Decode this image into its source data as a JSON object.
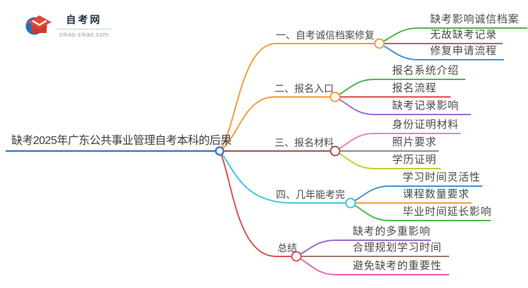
{
  "logo": {
    "title": "自考网",
    "domain": "zikao-zikao.com",
    "colors": {
      "cap_red": "#e2483c",
      "cap_dark_red": "#cf3a2e",
      "crescent_blue": "#2470b3",
      "title": "#1c2f45",
      "domain_text": "#97a0a8"
    }
  },
  "mindmap": {
    "root": {
      "label": "缺考2025年广东公共事业管理自考本科的后果",
      "color": "#3d7ec0"
    },
    "branches": [
      {
        "label": "一、自考诚信档案修复",
        "color": "#f79c3c",
        "children": [
          {
            "label": "缺考影响诚信档案",
            "color": "#4db74d"
          },
          {
            "label": "无故缺考记录",
            "color": "#e05050"
          },
          {
            "label": "修复申请流程",
            "color": "#4a90d2"
          }
        ]
      },
      {
        "label": "二、报名入口",
        "color": "#f79c3c",
        "children": [
          {
            "label": "报名系统介绍",
            "color": "#4db74d"
          },
          {
            "label": "报名流程",
            "color": "#e05050"
          },
          {
            "label": "缺考记录影响",
            "color": "#9a6fcc"
          }
        ]
      },
      {
        "label": "三、报名材料",
        "color": "#a2554d",
        "children": [
          {
            "label": "身份证明材料",
            "color": "#f07ec0"
          },
          {
            "label": "照片要求",
            "color": "#8c8c8c"
          },
          {
            "label": "学历证明",
            "color": "#c8cc35"
          }
        ]
      },
      {
        "label": "四、几年能考完",
        "color": "#3ec8df",
        "children": [
          {
            "label": "学习时间灵活性",
            "color": "#4a90d2"
          },
          {
            "label": "课程数量要求",
            "color": "#f79c3c"
          },
          {
            "label": "毕业时间延长影响",
            "color": "#4db74d"
          }
        ]
      },
      {
        "label": "总结",
        "color": "#e05050",
        "children": [
          {
            "label": "缺考的多重影响",
            "color": "#9a6fcc"
          },
          {
            "label": "合理规划学习时间",
            "color": "#a3766e"
          },
          {
            "label": "避免缺考的重要性",
            "color": "#ee5fb9"
          }
        ]
      }
    ]
  }
}
